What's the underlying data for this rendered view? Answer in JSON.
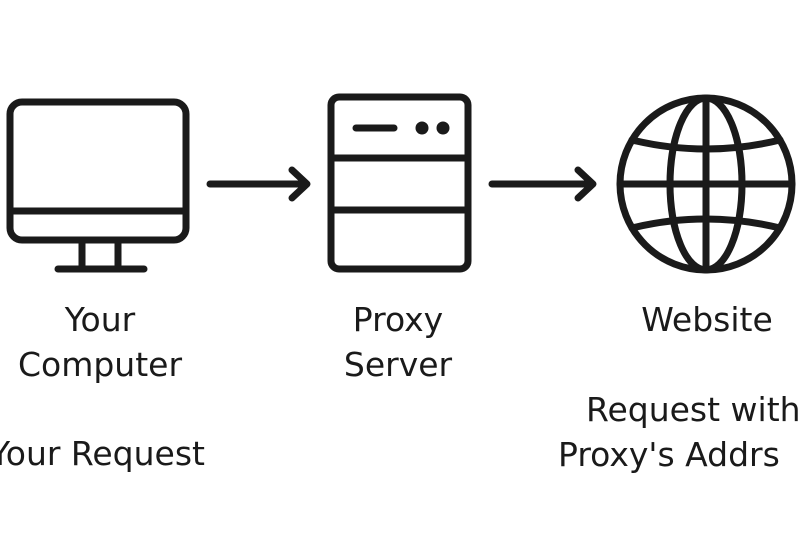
{
  "nodes": [
    {
      "id": "computer",
      "icon": "monitor-icon",
      "label_lines": [
        "Your",
        "Computer"
      ]
    },
    {
      "id": "proxy",
      "icon": "server-icon",
      "label_lines": [
        "Proxy",
        "Server"
      ]
    },
    {
      "id": "website",
      "icon": "globe-icon",
      "label_lines": [
        "Website"
      ]
    }
  ],
  "edges": [
    {
      "from": "computer",
      "to": "proxy"
    },
    {
      "from": "proxy",
      "to": "website"
    }
  ],
  "annotations": {
    "left": "Your Request",
    "right_lines": [
      "Request with",
      "Proxy's Addrs"
    ]
  },
  "colors": {
    "stroke": "#1a1a1a",
    "background": "#ffffff"
  }
}
